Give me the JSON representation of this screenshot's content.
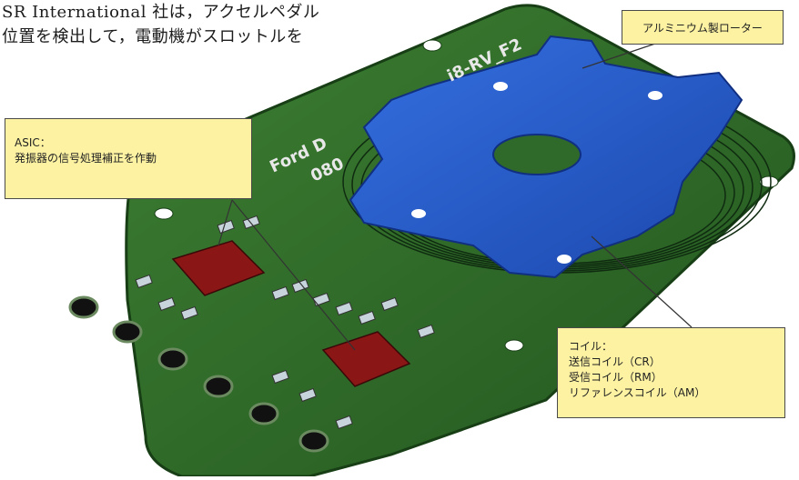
{
  "intro_text": {
    "line1": "SR  International 社は，アクセルペダル",
    "line2": "位置を検出して，電動機がスロットルを"
  },
  "board_labels": {
    "ford": "Ford D",
    "code": "080",
    "rev": "i8-RV_F2"
  },
  "callouts": {
    "rotor": {
      "label": "アルミニウム製ローター"
    },
    "asic": {
      "title": "ASIC：",
      "description": "発振器の信号処理補正を作動"
    },
    "coil": {
      "title": "コイル：",
      "items": [
        "送信コイル（CR）",
        "受信コイル（RM）",
        "リファレンスコイル（AM）"
      ]
    }
  },
  "colors": {
    "pcb": "#2f6a2a",
    "pcb_edge": "#1f4a1c",
    "rotor": "#2457c9",
    "chip": "#8a1616",
    "callout_bg": "#fdf2a2"
  }
}
